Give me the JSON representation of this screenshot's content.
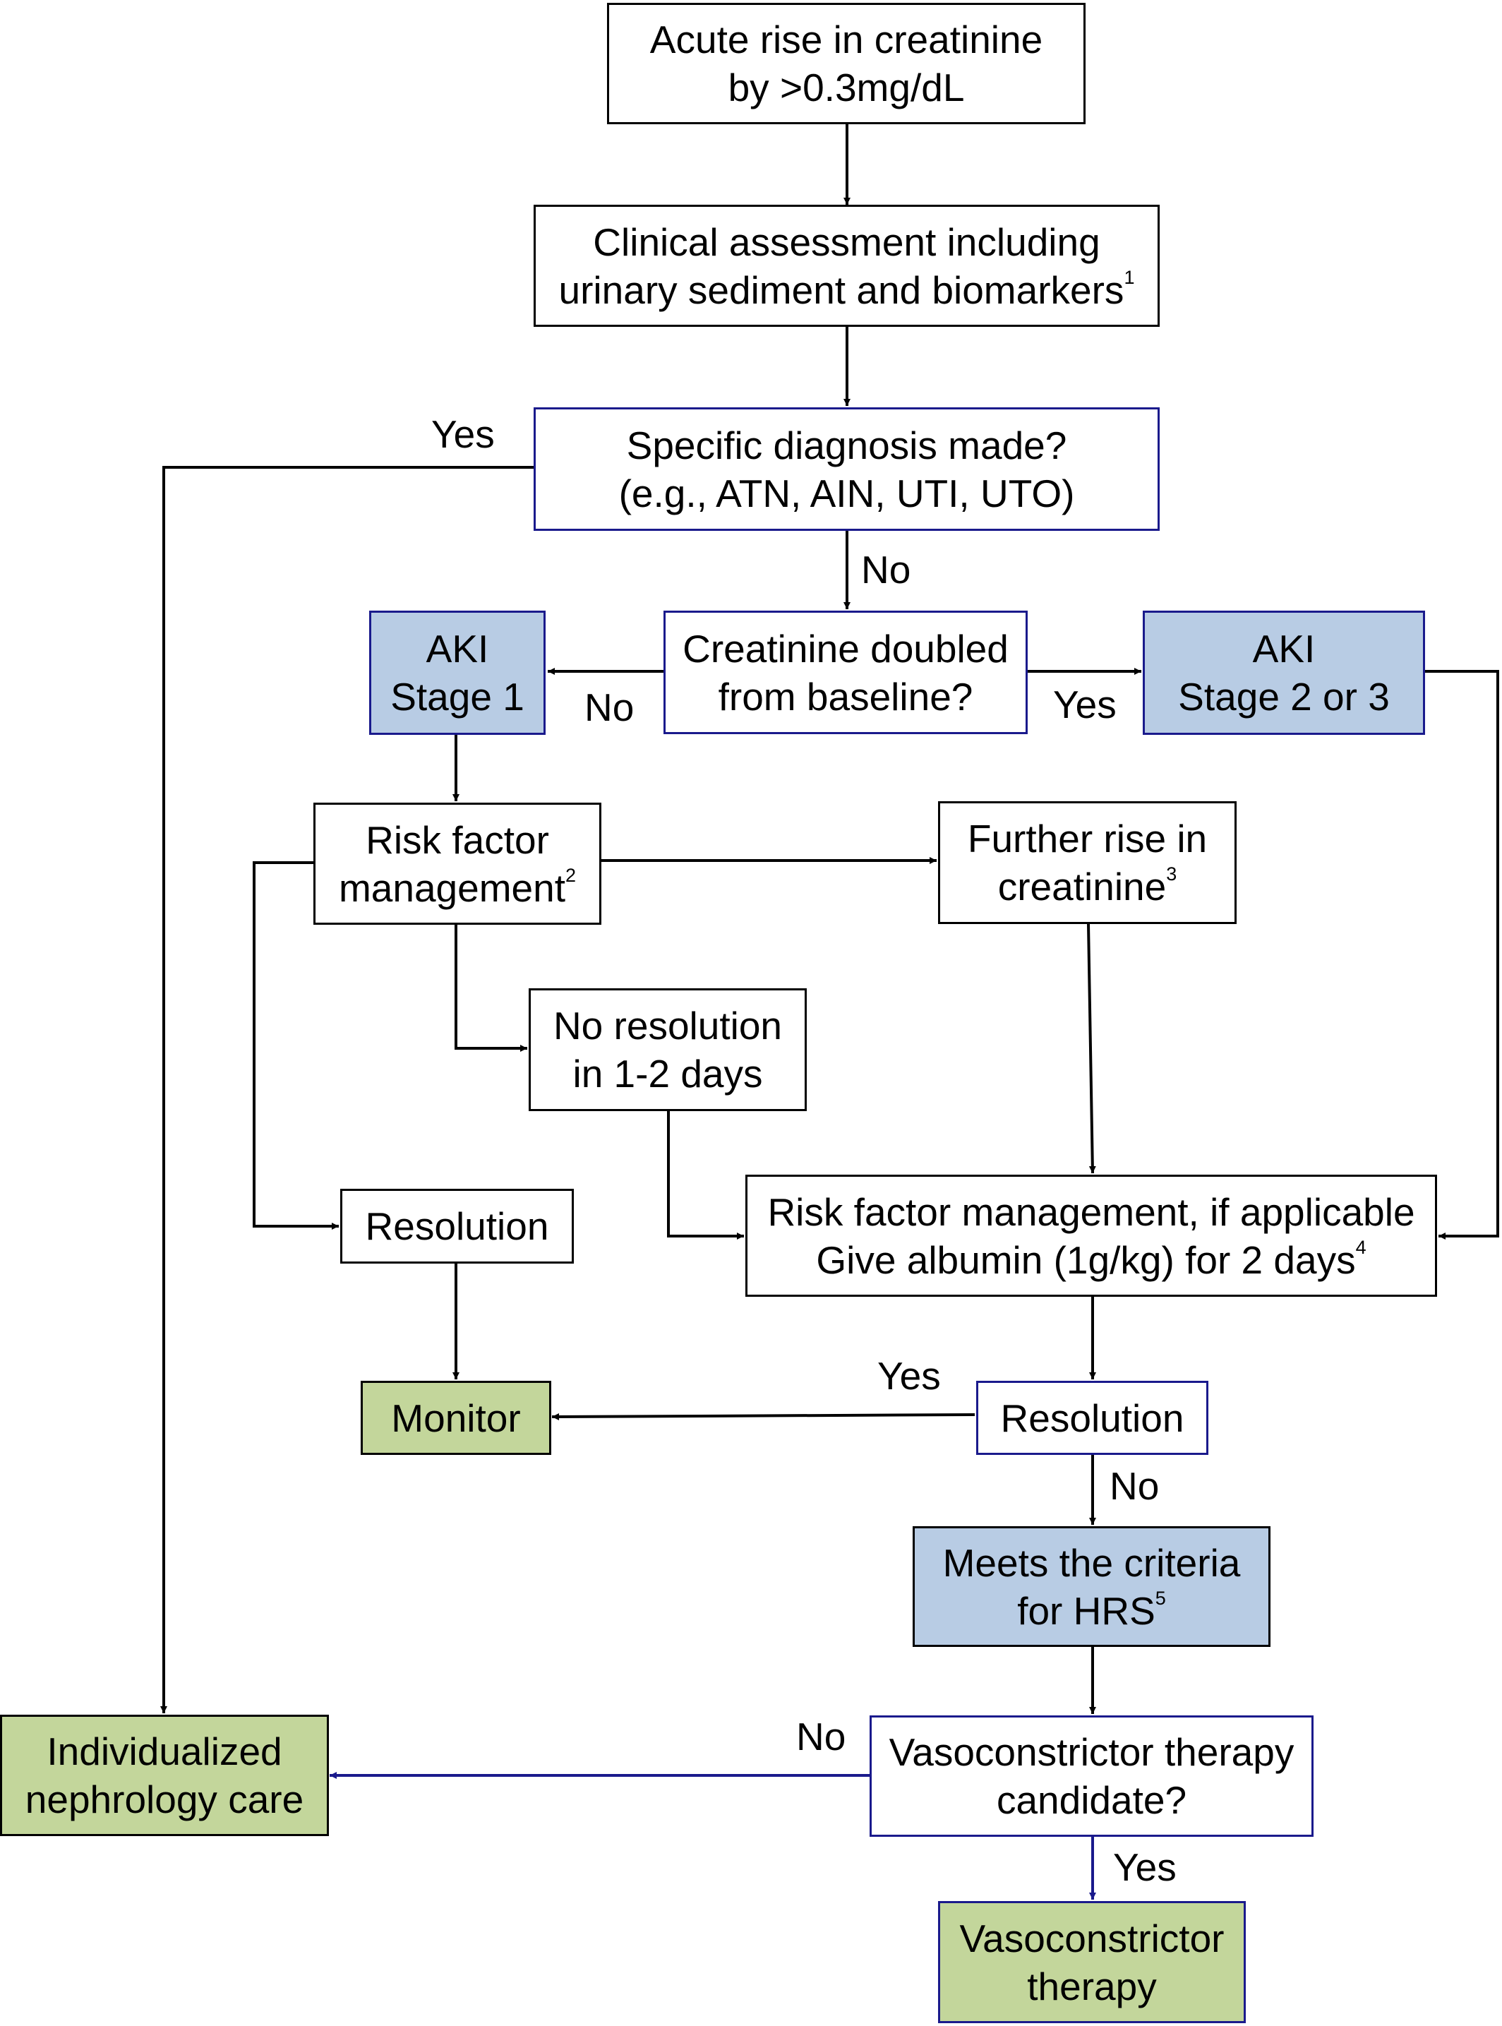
{
  "nodes": {
    "acute_rise": {
      "lines": [
        "Acute rise in creatinine",
        "by >0.3mg/dL"
      ]
    },
    "clinical_assessment": {
      "lines": [
        "Clinical assessment including",
        "urinary sediment and biomarkers"
      ],
      "sup": "1"
    },
    "specific_diagnosis": {
      "lines": [
        "Specific diagnosis made?",
        "(e.g., ATN, AIN, UTI, UTO)"
      ]
    },
    "creatinine_doubled": {
      "lines": [
        "Creatinine doubled",
        "from baseline?"
      ]
    },
    "aki_stage1": {
      "lines": [
        "AKI",
        "Stage 1"
      ]
    },
    "aki_stage23": {
      "lines": [
        "AKI",
        "Stage 2 or 3"
      ]
    },
    "risk_factor_mgmt": {
      "lines": [
        "Risk factor",
        "management"
      ],
      "sup": "2"
    },
    "further_rise": {
      "lines": [
        "Further rise in",
        "creatinine"
      ],
      "sup": "3"
    },
    "no_resolution": {
      "lines": [
        "No resolution",
        "in 1-2 days"
      ]
    },
    "resolution_left": {
      "lines": [
        "Resolution"
      ]
    },
    "albumin": {
      "lines": [
        "Risk factor management, if applicable",
        "Give albumin (1g/kg) for 2 days"
      ],
      "sup": "4"
    },
    "monitor": {
      "lines": [
        "Monitor"
      ]
    },
    "resolution_right": {
      "lines": [
        "Resolution"
      ]
    },
    "hrs_criteria": {
      "lines": [
        "Meets the criteria",
        "for HRS"
      ],
      "sup": "5"
    },
    "vaso_candidate": {
      "lines": [
        "Vasoconstrictor therapy",
        "candidate?"
      ]
    },
    "individualized_care": {
      "lines": [
        "Individualized",
        "nephrology care"
      ]
    },
    "vaso_therapy": {
      "lines": [
        "Vasoconstrictor",
        "therapy"
      ]
    }
  },
  "edge_labels": {
    "diagnosis_yes": "Yes",
    "diagnosis_no": "No",
    "doubled_no": "No",
    "doubled_yes": "Yes",
    "resolution_yes": "Yes",
    "resolution_no": "No",
    "candidate_no": "No",
    "candidate_yes": "Yes"
  },
  "colors": {
    "stage_fill": "#b8cce4",
    "outcome_fill": "#c3d69b",
    "navy_line": "#1a1a8c",
    "black_line": "#000000"
  }
}
